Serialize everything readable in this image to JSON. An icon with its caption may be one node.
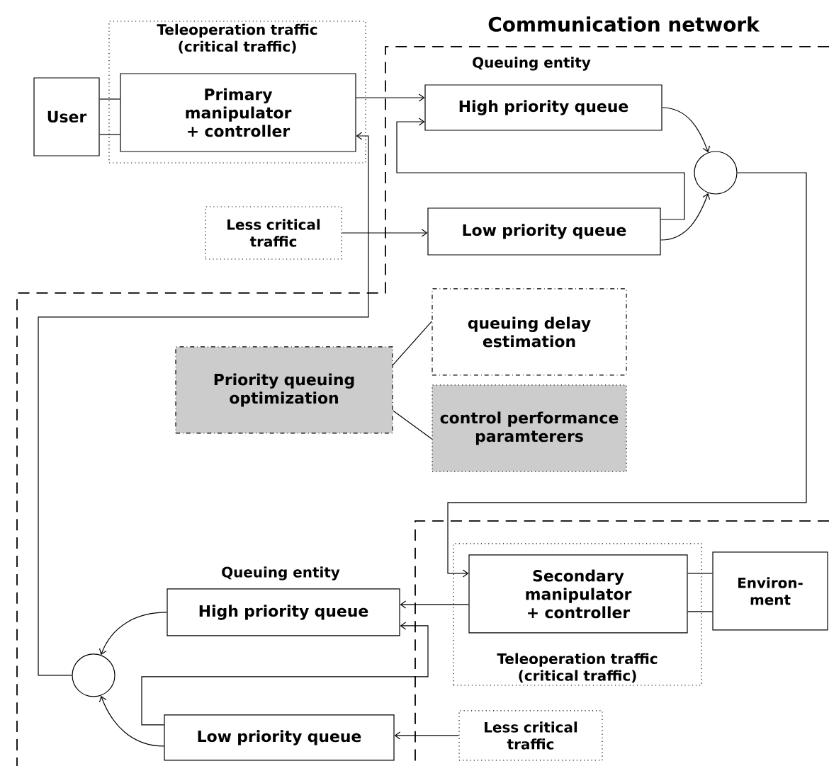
{
  "diagram": {
    "title": "Communication network",
    "nodes": [
      {
        "text": [
          "User"
        ]
      },
      {
        "text": [
          "Teleoperation traffic (critical traffic)"
        ]
      },
      {
        "text": [
          "Primary manipulator + controller"
        ],
        "in": 1
      },
      {
        "text": [
          "High priority queue"
        ]
      },
      {
        "text": [
          "Low priority queue"
        ]
      },
      {
        "text": [],
        "shape": "circle"
      },
      {
        "text": [
          "Less critical traffic"
        ]
      },
      {
        "text": [
          "queuing delay estimation"
        ]
      },
      {
        "text": [
          "Priority queuing optimization"
        ]
      },
      {
        "text": [
          "control performance paramterers"
        ]
      },
      {
        "text": [
          "Teleoperation traffic (critical traffic)"
        ]
      },
      {
        "text": [
          "Secondary manipulator + controller"
        ],
        "in": 10
      },
      {
        "text": [
          "Environ- ment"
        ]
      },
      {
        "text": [
          "High priority queue"
        ]
      },
      {
        "text": [
          "Low priority queue"
        ]
      },
      {
        "text": [],
        "shape": "circle"
      },
      {
        "text": [
          "Less critical traffic"
        ]
      }
    ],
    "edges": [
      {
        "from": 0,
        "to": 2,
        "arrow": "none"
      },
      {
        "from": 0,
        "to": 2,
        "arrow": "none"
      },
      {
        "from": 2,
        "to": 3,
        "arrow": "to"
      },
      {
        "from": 4,
        "to": 3,
        "arrow": "to"
      },
      {
        "from": 6,
        "to": 4,
        "arrow": "to"
      },
      {
        "from": 3,
        "to": 5,
        "arrow": "to"
      },
      {
        "from": 4,
        "to": 5,
        "arrow": "to"
      },
      {
        "from": 5,
        "to": 11,
        "arrow": "to"
      },
      {
        "from": 11,
        "to": 12,
        "arrow": "none"
      },
      {
        "from": 11,
        "to": 12,
        "arrow": "none"
      },
      {
        "from": 11,
        "to": 13,
        "arrow": "to"
      },
      {
        "from": 14,
        "to": 13,
        "arrow": "to"
      },
      {
        "from": 16,
        "to": 14,
        "arrow": "to"
      },
      {
        "from": 13,
        "to": 15,
        "arrow": "to"
      },
      {
        "from": 14,
        "to": 15,
        "arrow": "to"
      },
      {
        "from": 15,
        "to": 2,
        "arrow": "to"
      },
      {
        "from": 8,
        "to": 7,
        "arrow": "none"
      },
      {
        "from": 8,
        "to": 9,
        "arrow": "none"
      }
    ],
    "labels": [
      "Queuing entity",
      "Queuing entity"
    ]
  }
}
